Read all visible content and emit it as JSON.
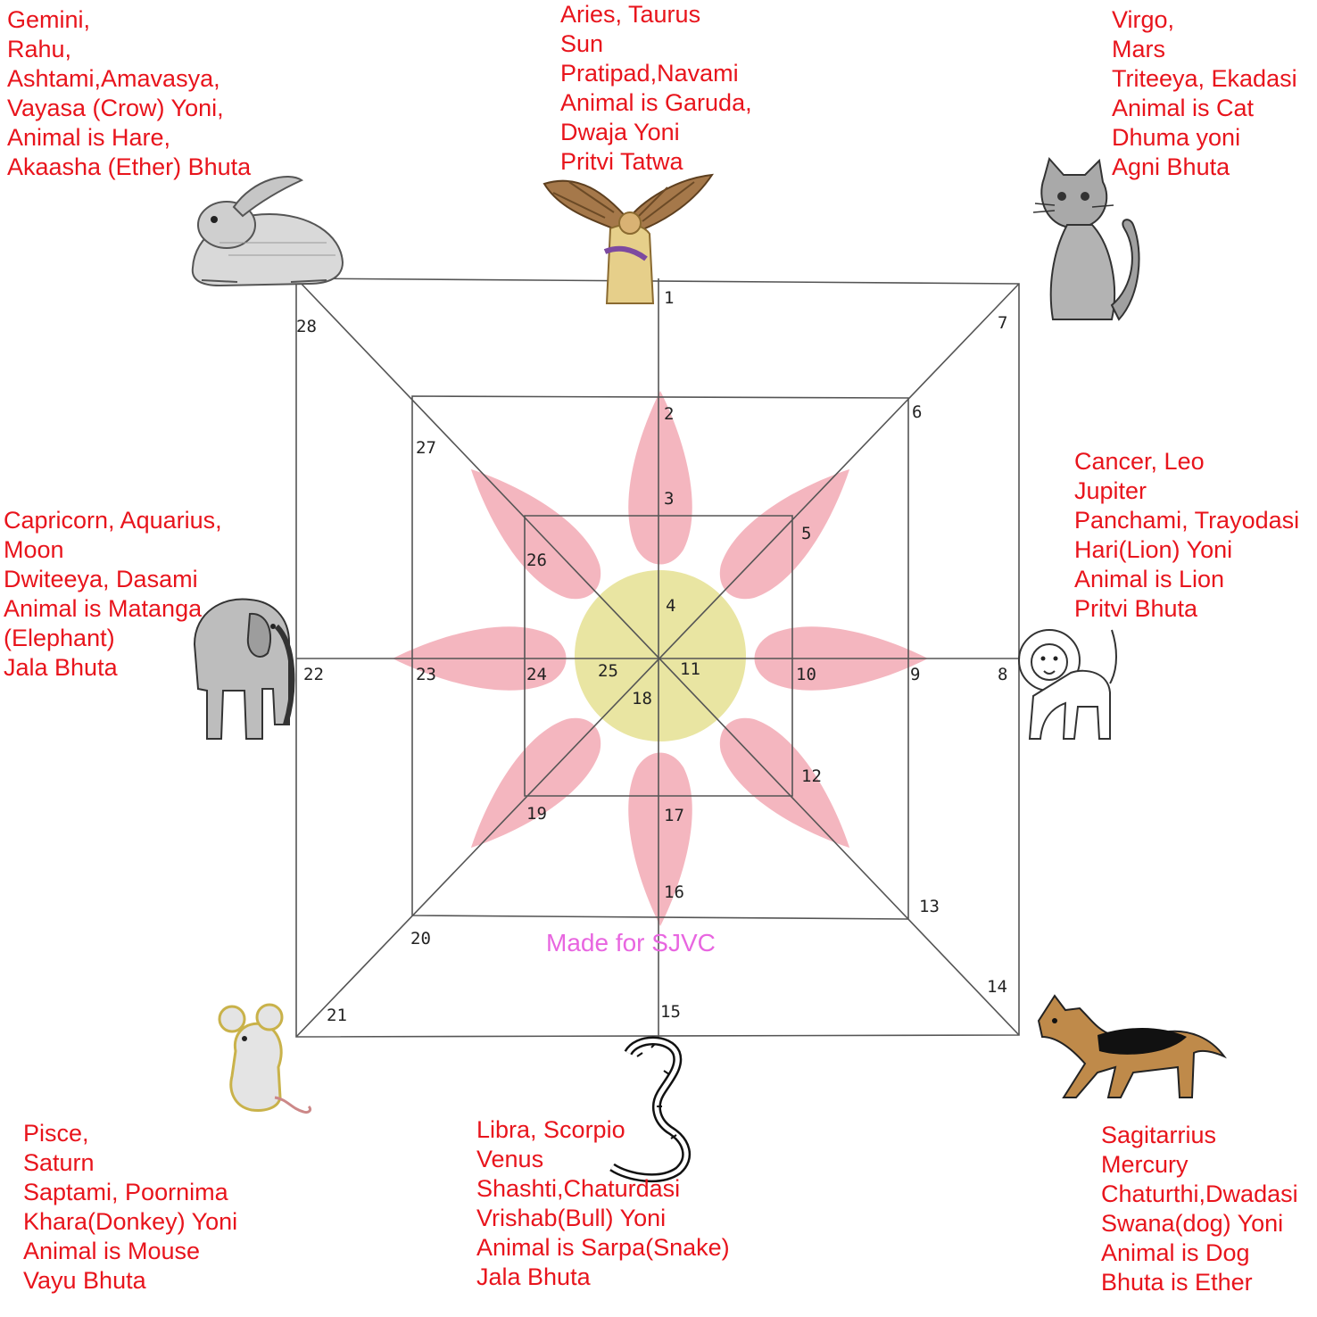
{
  "colors": {
    "label_text": "#e8141c",
    "credit_text": "#e866e0",
    "petal": "#f4b6bf",
    "center_disc": "#e9e5a2",
    "grid_line": "#555555"
  },
  "credit": "Made for SJVC",
  "corner_blocks": {
    "top_left": [
      "Gemini,",
      "Rahu,",
      "Ashtami,Amavasya,",
      "Vayasa (Crow) Yoni,",
      "Animal is Hare,",
      "Akaasha (Ether) Bhuta"
    ],
    "top_center": [
      "Aries, Taurus",
      "Sun",
      "Pratipad,Navami",
      "Animal is Garuda,",
      "Dwaja Yoni",
      "Pritvi Tatwa"
    ],
    "top_right": [
      "Virgo,",
      "Mars",
      "Triteeya, Ekadasi",
      "Animal is Cat",
      "Dhuma yoni",
      "Agni Bhuta"
    ],
    "middle_left": [
      "Capricorn, Aquarius,",
      "Moon",
      "Dwiteeya, Dasami",
      "Animal is Matanga",
      "(Elephant)",
      "Jala Bhuta"
    ],
    "middle_right": [
      "Cancer, Leo",
      "Jupiter",
      "Panchami, Trayodasi",
      "Hari(Lion) Yoni",
      "Animal is Lion",
      "Pritvi Bhuta"
    ],
    "bottom_left": [
      "Pisce,",
      "Saturn",
      "Saptami, Poornima",
      "Khara(Donkey) Yoni",
      "Animal is Mouse",
      "Vayu Bhuta"
    ],
    "bottom_center": [
      "Libra, Scorpio",
      "Venus",
      "Shashti,Chaturdasi",
      "Vrishab(Bull) Yoni",
      "Animal is Sarpa(Snake)",
      "Jala Bhuta"
    ],
    "bottom_right": [
      "Sagitarrius",
      "Mercury",
      "Chaturthi,Dwadasi",
      "Swana(dog) Yoni",
      "Animal is Dog",
      "Bhuta is Ether"
    ]
  },
  "animals": [
    {
      "name": "Hare",
      "icon": "hare-icon"
    },
    {
      "name": "Garuda",
      "icon": "garuda-icon"
    },
    {
      "name": "Cat",
      "icon": "cat-icon"
    },
    {
      "name": "Elephant",
      "icon": "elephant-icon"
    },
    {
      "name": "Lion",
      "icon": "lion-icon"
    },
    {
      "name": "Mouse",
      "icon": "mouse-icon"
    },
    {
      "name": "Snake",
      "icon": "snake-icon"
    },
    {
      "name": "Dog",
      "icon": "dog-icon"
    }
  ],
  "grid_numbers": [
    "1",
    "2",
    "3",
    "4",
    "5",
    "6",
    "7",
    "8",
    "9",
    "10",
    "11",
    "12",
    "13",
    "14",
    "15",
    "16",
    "17",
    "18",
    "19",
    "20",
    "21",
    "22",
    "23",
    "24",
    "25",
    "26",
    "27",
    "28"
  ]
}
